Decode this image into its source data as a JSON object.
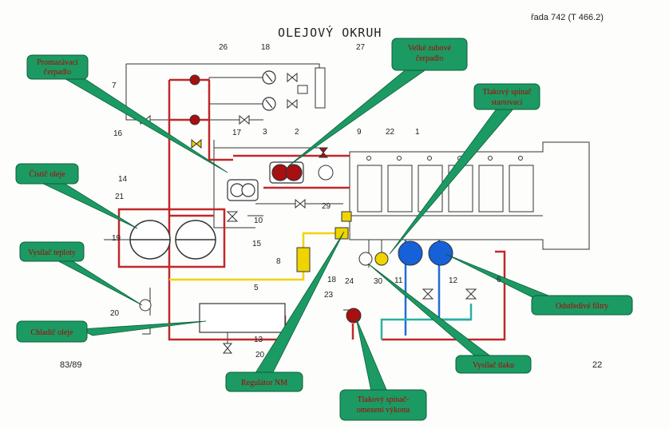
{
  "title": "OLEJOVÝ OKRUH",
  "series_label": "řada  742 (T 466.2)",
  "page_left": "83/89",
  "page_right": "22",
  "callouts": {
    "promazavaci_cerpadlo": [
      "Promazávací",
      "čerpadlo"
    ],
    "velke_zubove_cerpadlo": [
      "Velké zubové",
      "čerpadlo"
    ],
    "tlakovy_spinac_startovaci": [
      "Tlakový spínač",
      "startovací"
    ],
    "cistic_oleje": [
      "Čistič oleje"
    ],
    "vysilac_teploty": [
      "Vysílač teploty"
    ],
    "chladic_oleje": [
      "Chladič oleje"
    ],
    "odstredive_filtry": [
      "Odstředivé filtry"
    ],
    "vysilac_tlaku": [
      "Vysílač tlaku"
    ],
    "regulator_nm": [
      "Regulátor NM"
    ],
    "tlakovy_spinac_omezeni": [
      "Tlakový spínač-",
      "omezení výkonu"
    ]
  },
  "numbers": [
    "1",
    "2",
    "3",
    "5",
    "6",
    "7",
    "8",
    "9",
    "10",
    "11",
    "12",
    "13",
    "14",
    "15",
    "16",
    "17",
    "18",
    "19",
    "20",
    "20",
    "21",
    "22",
    "23",
    "24",
    "26",
    "27",
    "29",
    "30",
    "18"
  ],
  "colors": {
    "callout_fill": "#1c9a63",
    "callout_text": "#b00000",
    "oil_red": "#c0282a",
    "oil_yellow": "#f0d400",
    "oil_blue": "#1f6fd6",
    "oil_teal": "#2ab0a0",
    "pump_red": "#a80f10",
    "filter_blue": "#1660d8"
  }
}
